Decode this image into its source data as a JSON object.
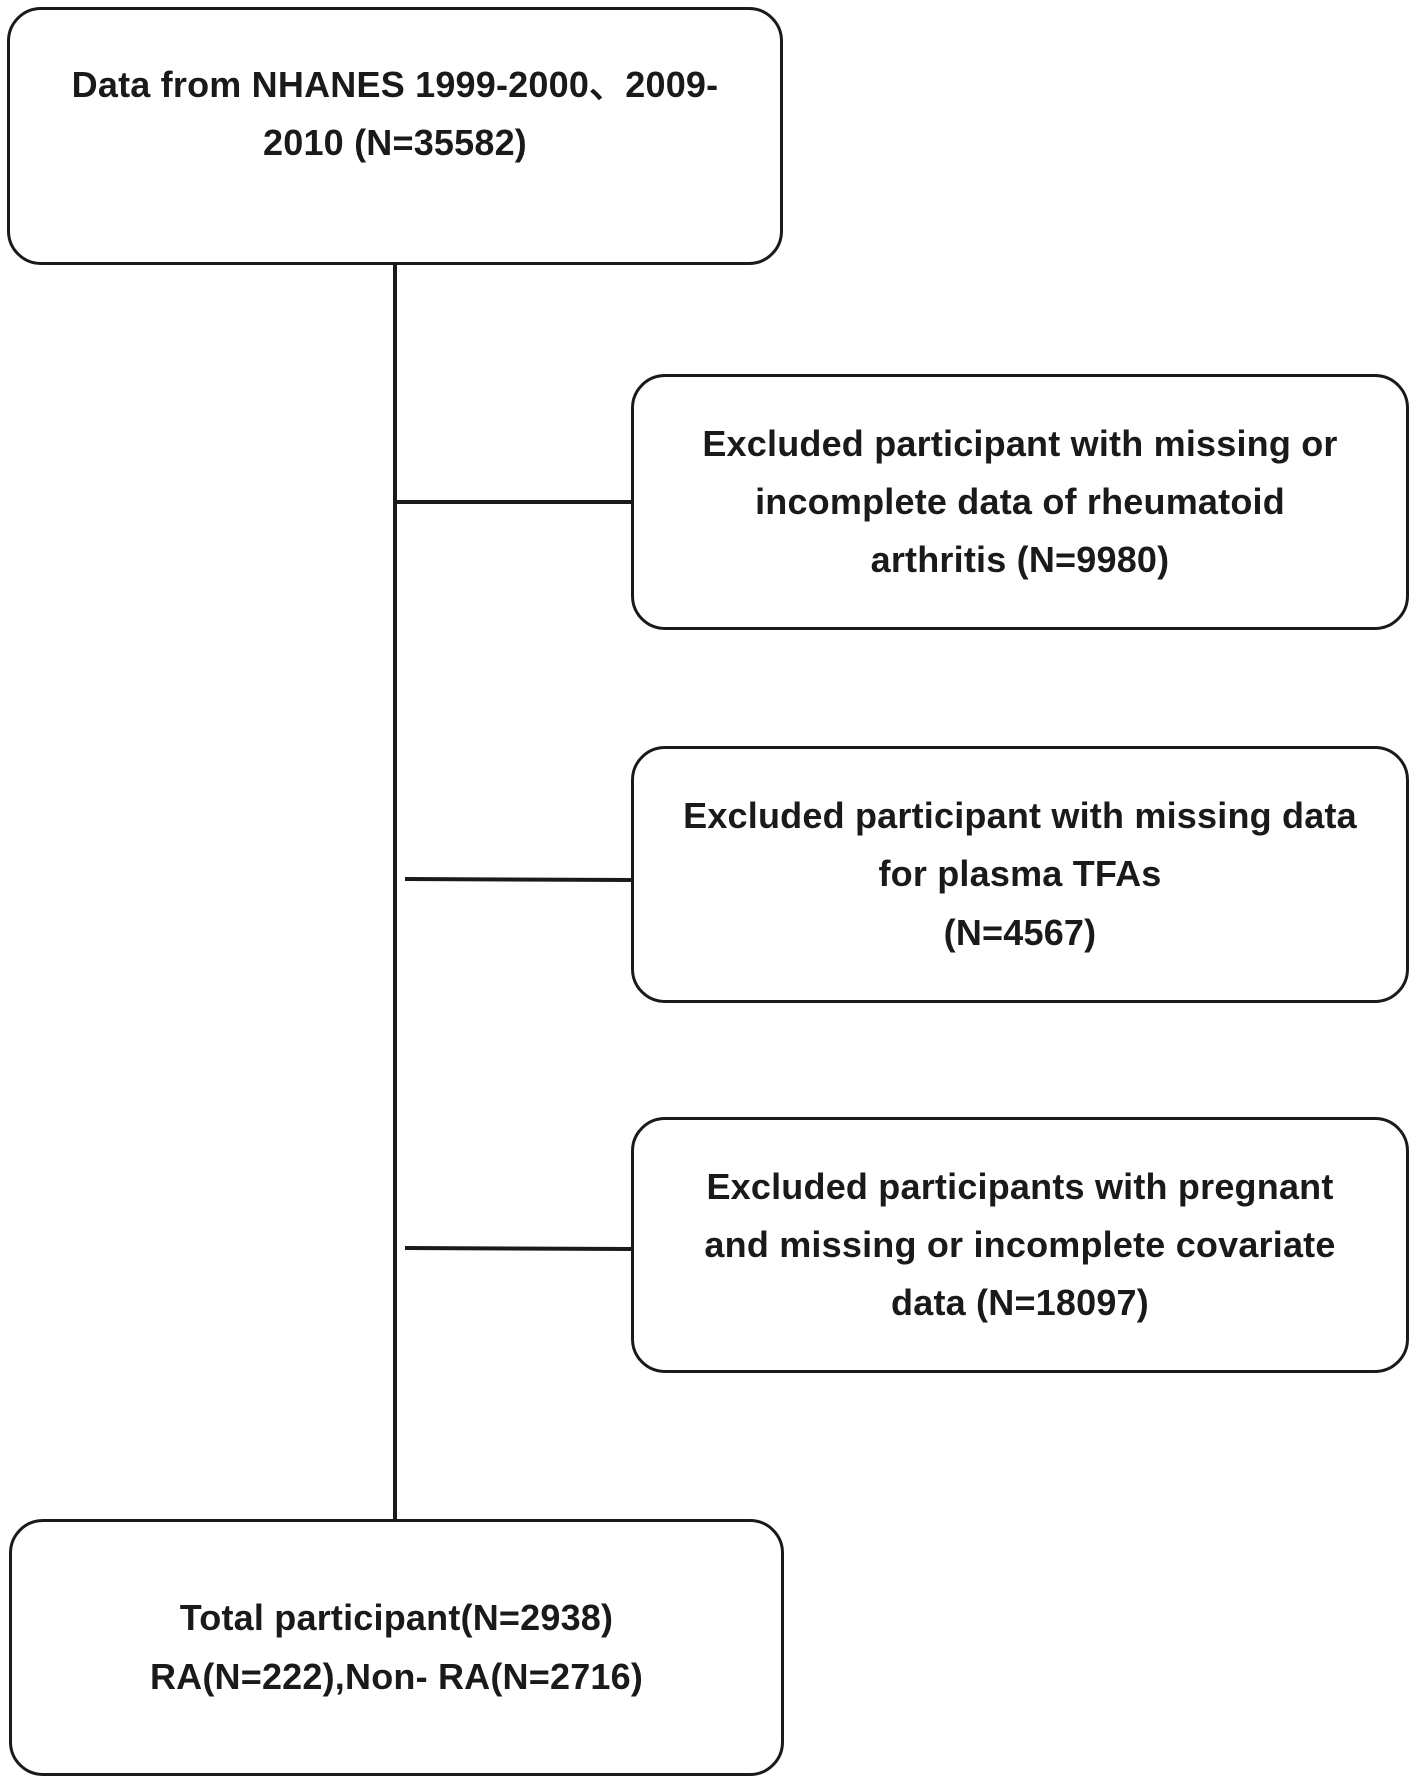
{
  "flowchart": {
    "source": {
      "lines": [
        "Data from NHANES 1999-2000、2009-",
        "2010 (N=35582)"
      ]
    },
    "exclusions": [
      {
        "lines": [
          "Excluded participant with missing or",
          "incomplete data of rheumatoid",
          "arthritis (N=9980)"
        ]
      },
      {
        "lines": [
          "Excluded participant with missing data",
          "for plasma TFAs",
          "(N=4567)"
        ]
      },
      {
        "lines": [
          "Excluded participants with pregnant",
          "and missing or incomplete covariate",
          "data (N=18097)"
        ]
      }
    ],
    "total": {
      "lines": [
        "Total participant(N=2938)",
        "RA(N=222),Non- RA(N=2716)"
      ]
    }
  }
}
